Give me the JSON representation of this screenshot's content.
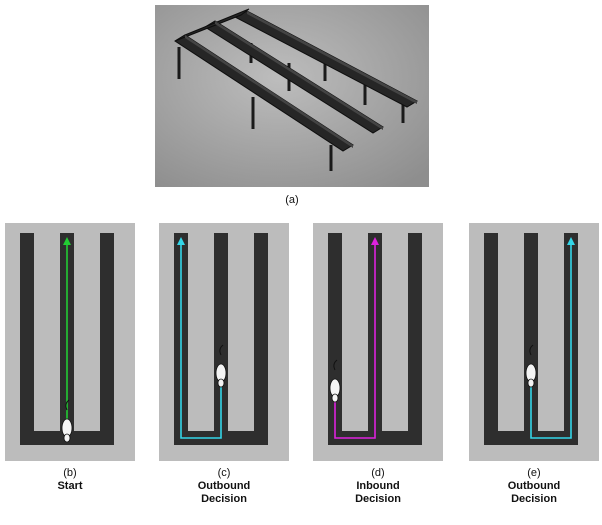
{
  "figure": {
    "panel_a": {
      "tag": "(a)"
    },
    "panels": [
      {
        "tag": "(b)",
        "title_lines": [
          "Start"
        ],
        "path_color": "#22cc33",
        "rat_arm": "center",
        "rat_pos": "bottom"
      },
      {
        "tag": "(c)",
        "title_lines": [
          "Outbound",
          "Decision"
        ],
        "path_color": "#33d6e8",
        "rat_arm": "center",
        "rat_pos": "middle"
      },
      {
        "tag": "(d)",
        "title_lines": [
          "Inbound",
          "Decision"
        ],
        "path_color": "#dd22dd",
        "rat_arm": "left",
        "rat_pos": "middle"
      },
      {
        "tag": "(e)",
        "title_lines": [
          "Outbound",
          "Decision"
        ],
        "path_color": "#33d6e8",
        "rat_arm": "center",
        "rat_pos": "middle"
      }
    ]
  }
}
